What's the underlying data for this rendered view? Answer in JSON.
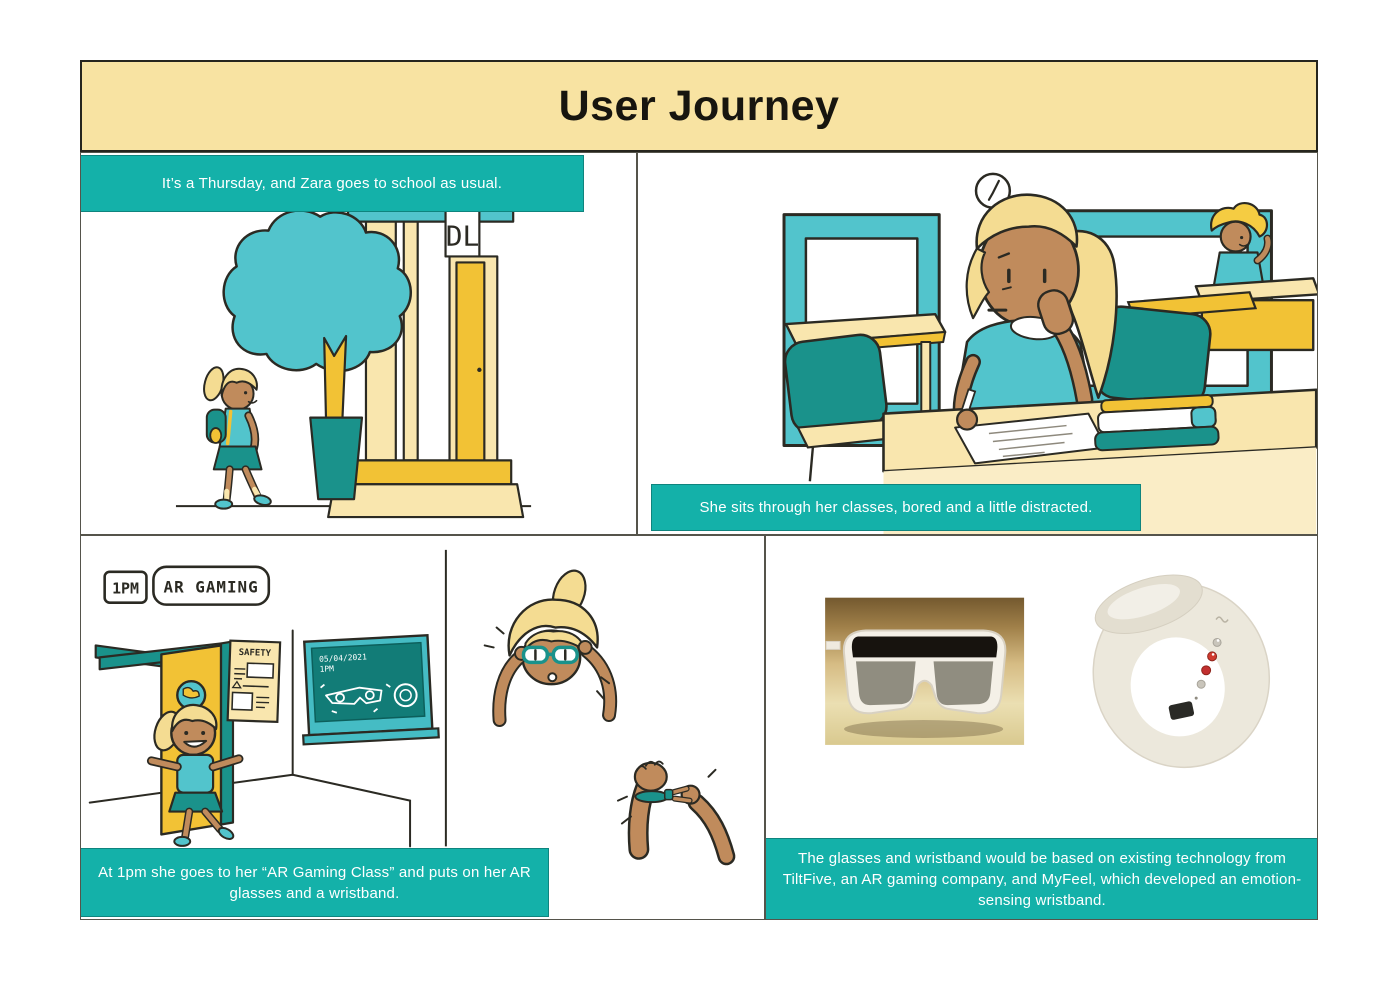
{
  "title": "User Journey",
  "colors": {
    "banner_yellow": "#F8E3A2",
    "caption_teal": "#14B1A9",
    "illustration_teal_light": "#52C4CC",
    "illustration_teal_dark": "#1A928B",
    "illustration_yellow": "#F2C235",
    "illustration_pale_yellow": "#F9E6AE",
    "outline": "#2B2A23"
  },
  "panels": [
    {
      "name": "walk-to-school",
      "caption": "It’s a Thursday, and Zara goes to school as usual.",
      "school_sign": "DL"
    },
    {
      "name": "classroom",
      "caption": "She sits through her classes, bored and a little distracted."
    },
    {
      "name": "ar-gaming-class",
      "caption": "At 1pm she goes to her “AR Gaming Class” and puts on her AR glasses and a wristband.",
      "time_sign": "1PM",
      "class_sign": "AR GAMING",
      "poster_title": "SAFETY",
      "chalkboard_date": "05/04/2021",
      "chalkboard_time": "1PM"
    },
    {
      "name": "technology",
      "caption": "The glasses and wristband would be based on existing technology from TiltFive, an AR gaming company, and MyFeel, which developed an emotion-sensing wristband."
    }
  ]
}
